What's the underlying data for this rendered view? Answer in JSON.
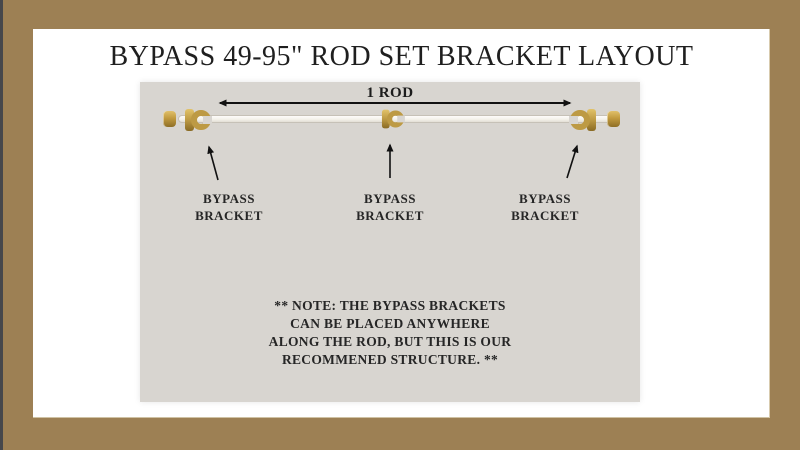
{
  "window": {
    "background_color": "#9D8054",
    "edge_strip_color": "#46474B",
    "card_background": "#FFFFFF"
  },
  "title": "BYPASS 49-95\" ROD SET BRACKET LAYOUT",
  "diagram": {
    "panel_color": "#D8D5D0",
    "brass_color": "#BD9A44",
    "arrow_color": "#111111",
    "rod_dimension_label": "1 ROD",
    "bracket_labels": [
      {
        "line1": "BYPASS",
        "line2": "BRACKET"
      },
      {
        "line1": "BYPASS",
        "line2": "BRACKET"
      },
      {
        "line1": "BYPASS",
        "line2": "BRACKET"
      }
    ],
    "note": {
      "lines": [
        "** NOTE: THE BYPASS BRACKETS",
        "CAN BE PLACED ANYWHERE",
        "ALONG THE ROD, BUT THIS IS OUR",
        "RECOMMENED STRUCTURE. **"
      ]
    }
  }
}
